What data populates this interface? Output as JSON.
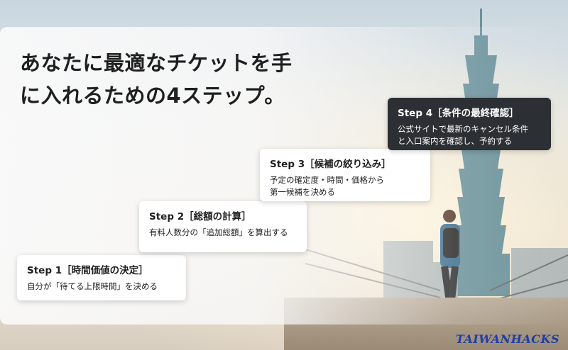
{
  "headline": {
    "line1": "あなたに最適なチケットを手",
    "line2": "に入れるための4ステップ。"
  },
  "steps": [
    {
      "title": "Step 1［時間価値の決定］",
      "desc1": "自分が「待てる上限時間」を決める",
      "desc2": ""
    },
    {
      "title": "Step 2［総額の計算］",
      "desc1": "有料人数分の「追加総額」を算出する",
      "desc2": ""
    },
    {
      "title": "Step 3［候補の絞り込み］",
      "desc1": "予定の確定度・時間・価格から",
      "desc2": "第一候補を決める"
    },
    {
      "title": "Step 4［条件の最終確認］",
      "desc1": "公式サイトで最新のキャンセル条件",
      "desc2": "と入口案内を確認し、予約する"
    }
  ],
  "logo": "TAIWANHACKS",
  "colors": {
    "dark_card": "#2c3034",
    "logo": "#1f3fa0",
    "text": "#1f1f1f"
  }
}
